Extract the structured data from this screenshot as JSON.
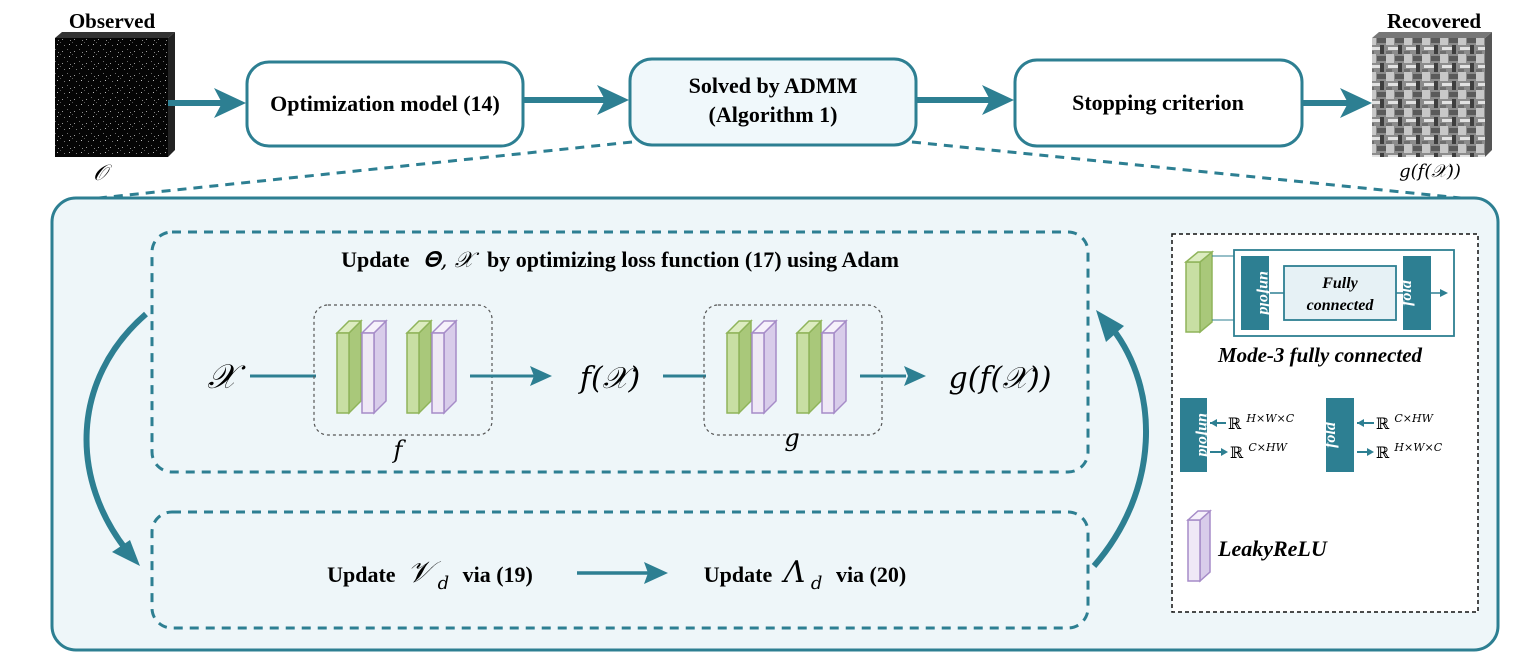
{
  "colors": {
    "teal": "#2d7f92",
    "teal_dark": "#2a6f80",
    "panel_fill": "#eef6f9",
    "box_fill": "#ffffff",
    "solved_fill": "#f0f8fb",
    "green_layer": "#c8dfa3",
    "green_edge": "#8fb45a",
    "purple_layer": "#efe8f6",
    "purple_edge": "#a68cc8",
    "fold_fill": "#2d7f92"
  },
  "pipeline": {
    "observed_label": "Observed",
    "observed_symbol": "𝒪",
    "optimization_model": "Optimization model (14)",
    "solved_line1": "Solved by ADMM",
    "solved_line2": "(Algorithm 1)",
    "stopping": "Stopping criterion",
    "recovered_label": "Recovered",
    "recovered_symbol": "g(f(𝒳))"
  },
  "update_block": {
    "title_prefix": "Update",
    "title_symbols": "𝚯, 𝒳",
    "title_suffix": "by optimizing loss function (17) using Adam",
    "input_symbol": "𝒳",
    "f_output": "f(𝒳)",
    "g_output": "g(f(𝒳))",
    "f_label": "f",
    "g_label": "g"
  },
  "lower_block": {
    "v_prefix": "Update",
    "v_symbol": "𝒱",
    "v_sub": "d",
    "v_suffix": "via (19)",
    "l_prefix": "Update",
    "l_symbol": "Λ",
    "l_sub": "d",
    "l_suffix": "via (20)"
  },
  "legend": {
    "unfold": "unfold",
    "fully_line1": "Fully",
    "fully_line2": "connected",
    "fold": "fold",
    "mode3_caption": "Mode-3 fully connected",
    "unfold_in": "ℝ",
    "unfold_in_sup": "H×W×C",
    "unfold_out": "ℝ",
    "unfold_out_sup": "C×HW",
    "fold_in": "ℝ",
    "fold_in_sup": "C×HW",
    "fold_out": "ℝ",
    "fold_out_sup": "H×W×C",
    "leaky_caption": "LeakyReLU"
  }
}
